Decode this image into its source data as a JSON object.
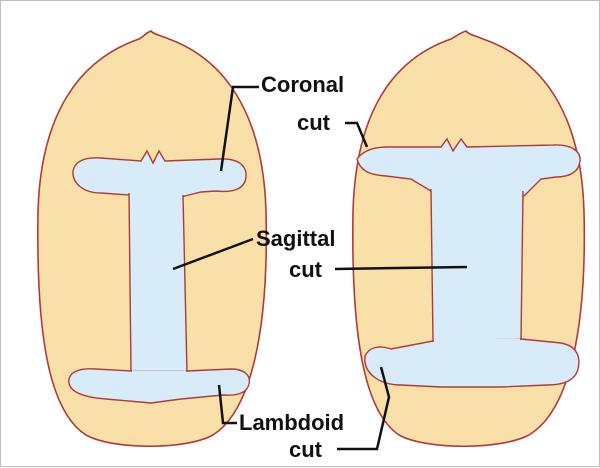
{
  "labels": {
    "coronal_line1": "Coronal",
    "coronal_line2": "cut",
    "sagittal_line1": "Sagittal",
    "sagittal_line2": "cut",
    "lambdoid_line1": "Lambdoid",
    "lambdoid_line2": "cut"
  },
  "colors": {
    "skull_fill": "#f8e0a8",
    "skull_outline": "#b03a3a",
    "cut_fill": "#d7ecf8",
    "leader_line": "#111111"
  }
}
